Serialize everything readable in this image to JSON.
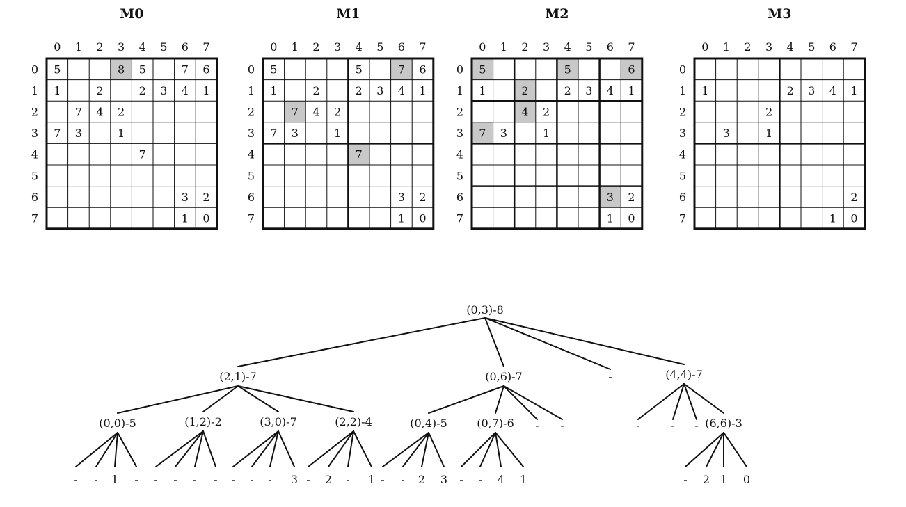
{
  "matrices": [
    {
      "title": "M0",
      "col_labels": [
        "0",
        "1",
        "2",
        "3",
        "4",
        "5",
        "6",
        "7"
      ],
      "row_labels": [
        "0",
        "1",
        "2",
        "3",
        "4",
        "5",
        "6",
        "7"
      ],
      "cells": [
        [
          "5",
          "",
          "",
          "8",
          "5",
          "",
          "7",
          "6"
        ],
        [
          "1",
          "",
          "2",
          "",
          "2",
          "3",
          "4",
          "1"
        ],
        [
          "",
          "7",
          "4",
          "2",
          "",
          "",
          "",
          ""
        ],
        [
          "7",
          "3",
          "",
          "1",
          "",
          "",
          "",
          ""
        ],
        [
          "",
          "",
          "",
          "",
          "7",
          "",
          "",
          ""
        ],
        [
          "",
          "",
          "",
          "",
          "",
          "",
          "",
          ""
        ],
        [
          "",
          "",
          "",
          "",
          "",
          "",
          "3",
          "2"
        ],
        [
          "",
          "",
          "",
          "",
          "",
          "",
          "1",
          "0"
        ]
      ],
      "highlighted": [
        [
          0,
          3
        ]
      ],
      "block_size": 8
    },
    {
      "title": "M1",
      "col_labels": [
        "0",
        "1",
        "2",
        "3",
        "4",
        "5",
        "6",
        "7"
      ],
      "row_labels": [
        "0",
        "1",
        "2",
        "3",
        "4",
        "5",
        "6",
        "7"
      ],
      "cells": [
        [
          "5",
          "",
          "",
          "",
          "5",
          "",
          "7",
          "6"
        ],
        [
          "1",
          "",
          "2",
          "",
          "2",
          "3",
          "4",
          "1"
        ],
        [
          "",
          "7",
          "4",
          "2",
          "",
          "",
          "",
          ""
        ],
        [
          "7",
          "3",
          "",
          "1",
          "",
          "",
          "",
          ""
        ],
        [
          "",
          "",
          "",
          "",
          "7",
          "",
          "",
          ""
        ],
        [
          "",
          "",
          "",
          "",
          "",
          "",
          "",
          ""
        ],
        [
          "",
          "",
          "",
          "",
          "",
          "",
          "3",
          "2"
        ],
        [
          "",
          "",
          "",
          "",
          "",
          "",
          "1",
          "0"
        ]
      ],
      "highlighted": [
        [
          0,
          6
        ],
        [
          2,
          1
        ],
        [
          4,
          4
        ]
      ],
      "block_size": 4
    },
    {
      "title": "M2",
      "col_labels": [
        "0",
        "1",
        "2",
        "3",
        "4",
        "5",
        "6",
        "7"
      ],
      "row_labels": [
        "0",
        "1",
        "2",
        "3",
        "4",
        "5",
        "6",
        "7"
      ],
      "cells": [
        [
          "5",
          "",
          "",
          "",
          "5",
          "",
          "",
          "6"
        ],
        [
          "1",
          "",
          "2",
          "",
          "2",
          "3",
          "4",
          "1"
        ],
        [
          "",
          "",
          "4",
          "2",
          "",
          "",
          "",
          ""
        ],
        [
          "7",
          "3",
          "",
          "1",
          "",
          "",
          "",
          ""
        ],
        [
          "",
          "",
          "",
          "",
          "",
          "",
          "",
          ""
        ],
        [
          "",
          "",
          "",
          "",
          "",
          "",
          "",
          ""
        ],
        [
          "",
          "",
          "",
          "",
          "",
          "",
          "3",
          "2"
        ],
        [
          "",
          "",
          "",
          "",
          "",
          "",
          "1",
          "0"
        ]
      ],
      "highlighted": [
        [
          0,
          0
        ],
        [
          0,
          4
        ],
        [
          0,
          7
        ],
        [
          1,
          2
        ],
        [
          2,
          2
        ],
        [
          3,
          0
        ],
        [
          6,
          6
        ]
      ],
      "block_size": 2
    },
    {
      "title": "M3",
      "col_labels": [
        "0",
        "1",
        "2",
        "3",
        "4",
        "5",
        "6",
        "7"
      ],
      "row_labels": [
        "0",
        "1",
        "2",
        "3",
        "4",
        "5",
        "6",
        "7"
      ],
      "cells": [
        [
          "",
          "",
          "",
          "",
          "",
          "",
          "",
          ""
        ],
        [
          "1",
          "",
          "",
          "",
          "2",
          "3",
          "4",
          "1"
        ],
        [
          "",
          "",
          "",
          "2",
          "",
          "",
          "",
          ""
        ],
        [
          "",
          "3",
          "",
          "1",
          "",
          "",
          "",
          ""
        ],
        [
          "",
          "",
          "",
          "",
          "",
          "",
          "",
          ""
        ],
        [
          "",
          "",
          "",
          "",
          "",
          "",
          "",
          ""
        ],
        [
          "",
          "",
          "",
          "",
          "",
          "",
          "",
          "2"
        ],
        [
          "",
          "",
          "",
          "",
          "",
          "",
          "1",
          "0"
        ]
      ],
      "highlighted": [],
      "block_size": 4
    }
  ],
  "tree": {
    "label": "(0,3)-8",
    "children": [
      {
        "label": "(2,1)-7",
        "children": [
          {
            "label": "(0,0)-5",
            "children": [
              {
                "label": "-"
              },
              {
                "label": "-"
              },
              {
                "label": "1"
              },
              {
                "label": "-"
              }
            ]
          },
          {
            "label": "(1,2)-2",
            "children": [
              {
                "label": "-"
              },
              {
                "label": "-"
              },
              {
                "label": "-"
              },
              {
                "label": "-"
              }
            ]
          },
          {
            "label": "(3,0)-7",
            "children": [
              {
                "label": "-"
              },
              {
                "label": "-"
              },
              {
                "label": "-"
              },
              {
                "label": "3"
              }
            ]
          },
          {
            "label": "(2,2)-4",
            "children": [
              {
                "label": "-"
              },
              {
                "label": "2"
              },
              {
                "label": "-"
              },
              {
                "label": "1"
              }
            ]
          }
        ]
      },
      {
        "label": "(0,6)-7",
        "children": [
          {
            "label": "(0,4)-5",
            "children": [
              {
                "label": "-"
              },
              {
                "label": "-"
              },
              {
                "label": "2"
              },
              {
                "label": "3"
              }
            ]
          },
          {
            "label": "(0,7)-6",
            "children": [
              {
                "label": "-"
              },
              {
                "label": "-"
              },
              {
                "label": "4"
              },
              {
                "label": "1"
              }
            ]
          },
          {
            "label": "-"
          },
          {
            "label": "-"
          }
        ]
      },
      {
        "label": "-"
      },
      {
        "label": "(4,4)-7",
        "children": [
          {
            "label": "-"
          },
          {
            "label": "-"
          },
          {
            "label": "-"
          },
          {
            "label": "(6,6)-3",
            "children": [
              {
                "label": "-"
              },
              {
                "label": "2"
              },
              {
                "label": "1"
              },
              {
                "label": "0"
              }
            ]
          }
        ]
      }
    ]
  },
  "colors": {
    "highlight": "#c8c8c8",
    "line": "#111111",
    "background": "#ffffff"
  }
}
